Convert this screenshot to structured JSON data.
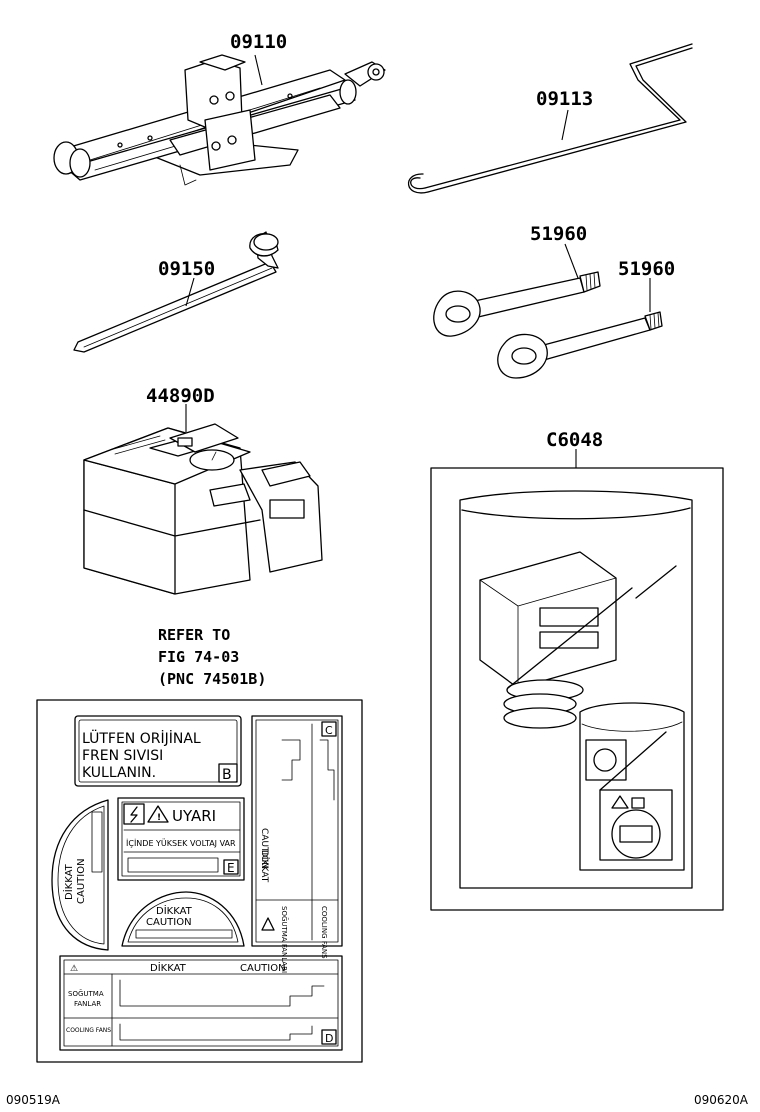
{
  "parts": {
    "jack": "09110",
    "jack_handle": "09113",
    "wheel_wrench": "09150",
    "towing_eye_1": "51960",
    "towing_eye_2": "51960",
    "tire_repair_kit": "44890D",
    "caution_label": "C6048"
  },
  "reference": {
    "line1": "REFER TO",
    "line2": "FIG 74-03",
    "line3": "(PNC 74501B)"
  },
  "labels": {
    "b_text": [
      "LÜTFEN ORİJİNAL",
      "FREN SIVISI",
      "KULLANIN."
    ],
    "b_letter": "B",
    "e_title": "UYARI",
    "e_sub": "İÇİNDE YÜKSEK VOLTAJ VAR",
    "e_letter": "E",
    "c_letter": "C",
    "c_caution": "CAUTION",
    "c_dikkat": "DİKKAT",
    "c_sogutma": "SOĞUTMA FANLARI",
    "c_cooling": "COOLING FANS",
    "arc_left_1": "DİKKAT",
    "arc_left_2": "CAUTION",
    "arc_mid_1": "DİKKAT",
    "arc_mid_2": "CAUTION",
    "d_dikkat": "DİKKAT",
    "d_caution": "CAUTION",
    "d_sogutma_1": "SOĞUTMA",
    "d_sogutma_2": "FANLAR",
    "d_cooling": "COOLING FANS",
    "d_letter": "D",
    "warning_symbol": "⚠"
  },
  "figure_codes": {
    "left": "090519A",
    "right": "090620A"
  }
}
